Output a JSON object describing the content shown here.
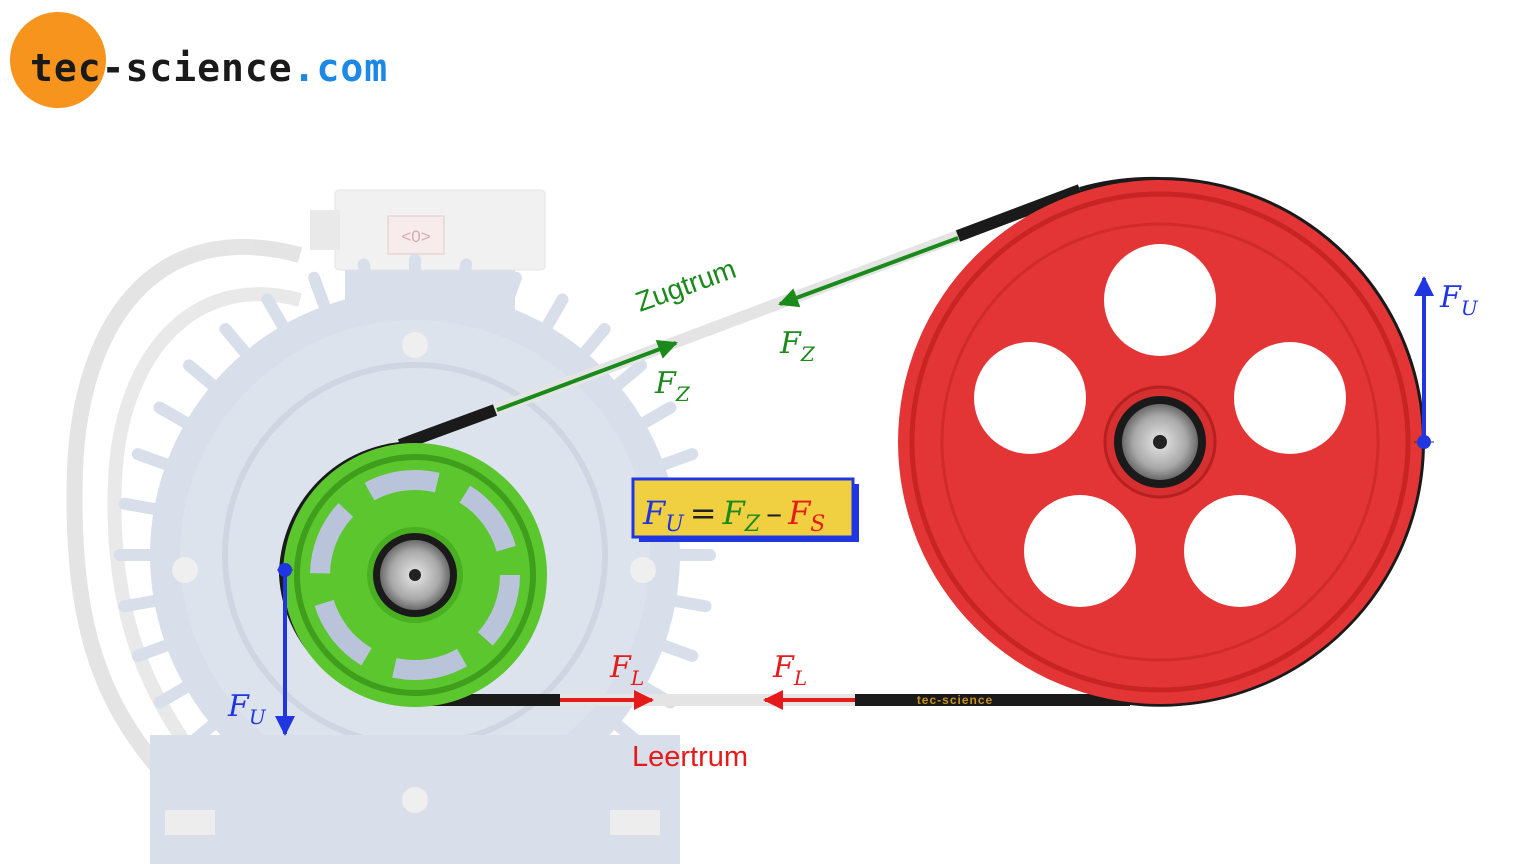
{
  "logo": {
    "brand": "tec-science",
    "domain": ".com",
    "accent_color": "#f7941d",
    "domain_color": "#1e88e5"
  },
  "motor": {
    "display": "<0>"
  },
  "labels": {
    "tight_side": "Zugtrum",
    "slack_side": "Leertrum",
    "belt_text": "tec-science"
  },
  "forces": {
    "F": "F",
    "sub_Z": "Z",
    "sub_L": "L",
    "sub_U": "U",
    "sub_S": "S"
  },
  "formula": {
    "lhs": "F",
    "lhs_sub": "U",
    "eq": "=",
    "t1": "F",
    "t1_sub": "Z",
    "op": "–",
    "t2": "F",
    "t2_sub": "S"
  },
  "colors": {
    "drive_pulley": "#5cc62f",
    "driven_pulley": "#e33535",
    "tight_force": "#1a8a1a",
    "slack_force": "#e51b1b",
    "circumferential_force": "#1f36e0",
    "formula_box": "#f0d040",
    "motor": "#b9c4da"
  }
}
